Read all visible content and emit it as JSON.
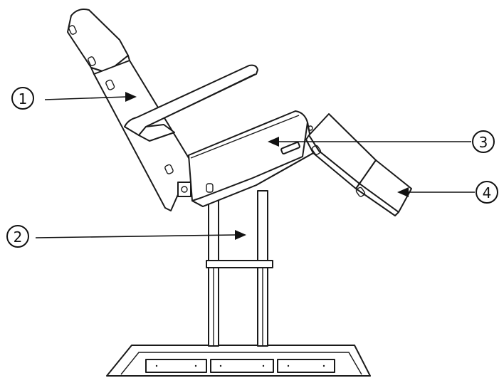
{
  "colors": {
    "line": "#1a1a1a",
    "background": "#ffffff"
  },
  "callouts": [
    {
      "id": "1",
      "label": "1"
    },
    {
      "id": "2",
      "label": "2"
    },
    {
      "id": "3",
      "label": "3"
    },
    {
      "id": "4",
      "label": "4"
    }
  ]
}
